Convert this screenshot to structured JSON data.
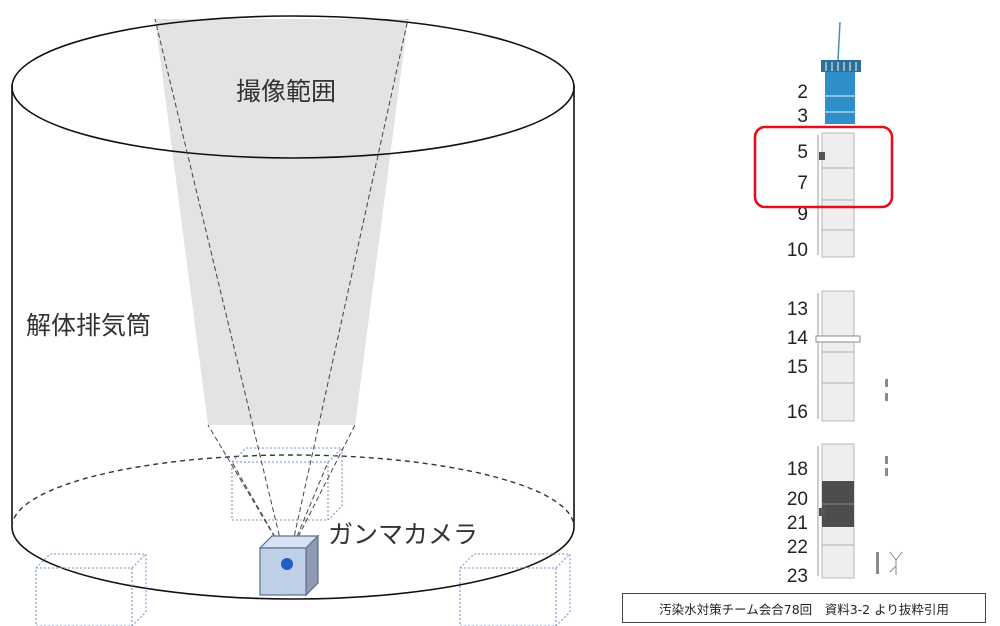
{
  "diagram": {
    "imaging_range_label": "撮像範囲",
    "stack_label": "解体排気筒",
    "camera_label": "ガンマカメラ"
  },
  "tower": {
    "section_numbers": [
      "2",
      "3",
      "5",
      "7",
      "9",
      "10",
      "13",
      "14",
      "15",
      "16",
      "18",
      "20",
      "21",
      "22",
      "23"
    ],
    "highlight_color": "#e0101c"
  },
  "source_note": "汚染水対策チーム会合78回　資料3-2 より抜粋引用",
  "colors": {
    "cone_fill": "#e3e3e3",
    "camera_face": "#bfd0e6",
    "camera_lens": "#1f5fc8",
    "ghost_box": "#8ea3d0",
    "tower_blue": "#2e8fc9"
  }
}
